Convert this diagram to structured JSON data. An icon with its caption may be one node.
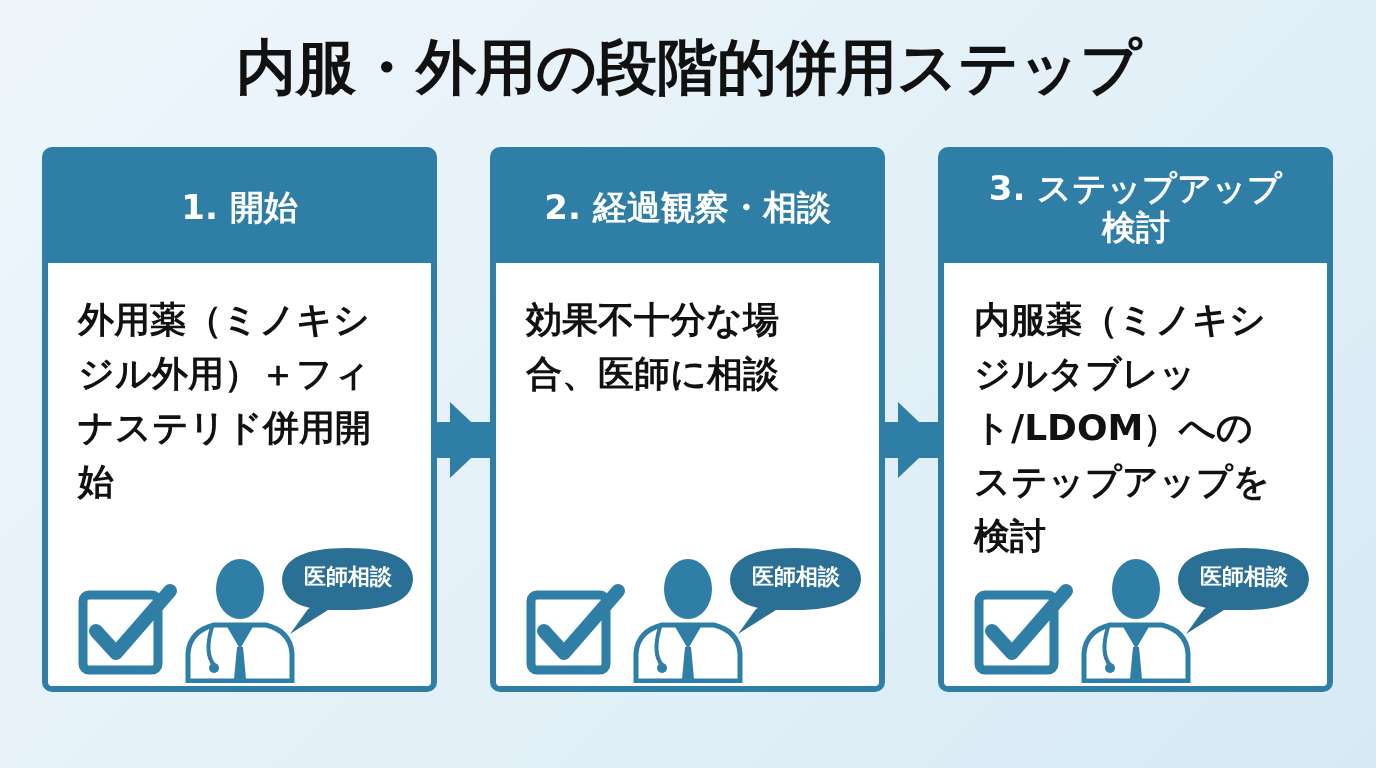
{
  "diagram": {
    "title": "内服・外用の段階的併用ステップ",
    "nodes": [
      {
        "text": [
          "1. 開始",
          "外用薬（ミノキシジル外用）＋フィナステリド併用開始"
        ]
      },
      {
        "text": [
          "医師相談"
        ],
        "in": 0
      },
      {
        "text": [
          "2. 経過観察・相談",
          "効果不十分な場合、医師に相談"
        ]
      },
      {
        "text": [
          "医師相談"
        ],
        "in": 2
      },
      {
        "text": [
          "3. ステップアップ検討",
          "内服薬（ミノキシジルタブレット/LDOM）へのステップアップを検討"
        ]
      },
      {
        "text": [
          "医師相談"
        ],
        "in": 4
      }
    ],
    "edges": [
      {
        "from": 0,
        "to": 2,
        "arrow": "to"
      },
      {
        "from": 2,
        "to": 4,
        "arrow": "to"
      }
    ]
  }
}
